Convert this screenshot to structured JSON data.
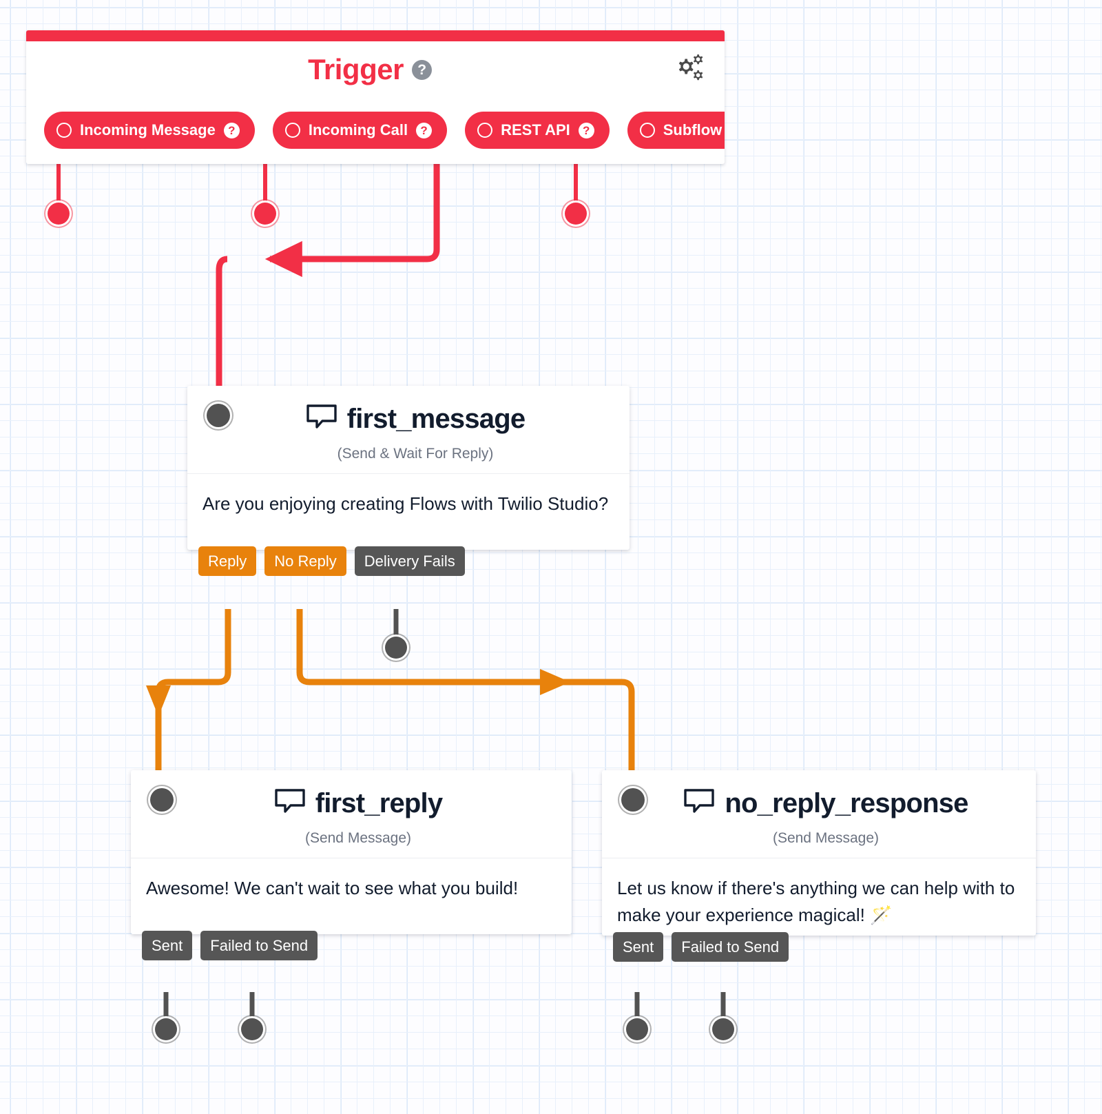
{
  "canvas": {
    "grid": true,
    "background_color": "#fdfdff",
    "grid_color": "#e8f0fb"
  },
  "colors": {
    "trigger_red": "#f22f46",
    "transition_orange": "#e8820c",
    "transition_gray": "#565656",
    "node_dark": "#121c2d",
    "anchor_gray": "#525252"
  },
  "trigger": {
    "title": "Trigger",
    "help_glyph": "?",
    "settings_icon": "gears-icon",
    "pills": [
      {
        "label": "Incoming Message",
        "icon": "circle-icon",
        "help_glyph": "?"
      },
      {
        "label": "Incoming Call",
        "icon": "circle-icon",
        "help_glyph": "?"
      },
      {
        "label": "REST API",
        "icon": "circle-icon",
        "help_glyph": "?"
      },
      {
        "label": "Subflow",
        "icon": "circle-icon",
        "help_glyph": "?"
      }
    ]
  },
  "nodes": {
    "first_message": {
      "title": "first_message",
      "icon": "message-bubble-icon",
      "subtitle": "(Send & Wait For Reply)",
      "body": "Are you enjoying creating Flows with Twilio Studio?",
      "transitions": [
        {
          "label": "Reply",
          "color": "orange"
        },
        {
          "label": "No Reply",
          "color": "orange"
        },
        {
          "label": "Delivery Fails",
          "color": "gray"
        }
      ]
    },
    "first_reply": {
      "title": "first_reply",
      "icon": "message-bubble-icon",
      "subtitle": "(Send Message)",
      "body": "Awesome! We can't wait to see what you build!",
      "transitions": [
        {
          "label": "Sent",
          "color": "gray"
        },
        {
          "label": "Failed to Send",
          "color": "gray"
        }
      ]
    },
    "no_reply_response": {
      "title": "no_reply_response",
      "icon": "message-bubble-icon",
      "subtitle": "(Send Message)",
      "body": "Let us know if there's anything we can help with to make your experience magical! 🪄",
      "transitions": [
        {
          "label": "Sent",
          "color": "gray"
        },
        {
          "label": "Failed to Send",
          "color": "gray"
        }
      ]
    }
  },
  "connections": [
    {
      "from": "Incoming Message",
      "to": "unconnected-endpoint",
      "color": "#f22f46"
    },
    {
      "from": "Incoming Call",
      "to": "unconnected-endpoint",
      "color": "#f22f46"
    },
    {
      "from": "REST API",
      "to": "first_message",
      "color": "#f22f46"
    },
    {
      "from": "Subflow",
      "to": "unconnected-endpoint",
      "color": "#f22f46"
    },
    {
      "from": "Reply",
      "to": "first_reply",
      "color": "#e8820c"
    },
    {
      "from": "No Reply",
      "to": "no_reply_response",
      "color": "#e8820c"
    },
    {
      "from": "Delivery Fails",
      "to": "unconnected-endpoint",
      "color": "#525252"
    },
    {
      "from": "first_reply.Sent",
      "to": "unconnected-endpoint",
      "color": "#525252"
    },
    {
      "from": "first_reply.Failed to Send",
      "to": "unconnected-endpoint",
      "color": "#525252"
    },
    {
      "from": "no_reply_response.Sent",
      "to": "unconnected-endpoint",
      "color": "#525252"
    },
    {
      "from": "no_reply_response.Failed to Send",
      "to": "unconnected-endpoint",
      "color": "#525252"
    }
  ]
}
